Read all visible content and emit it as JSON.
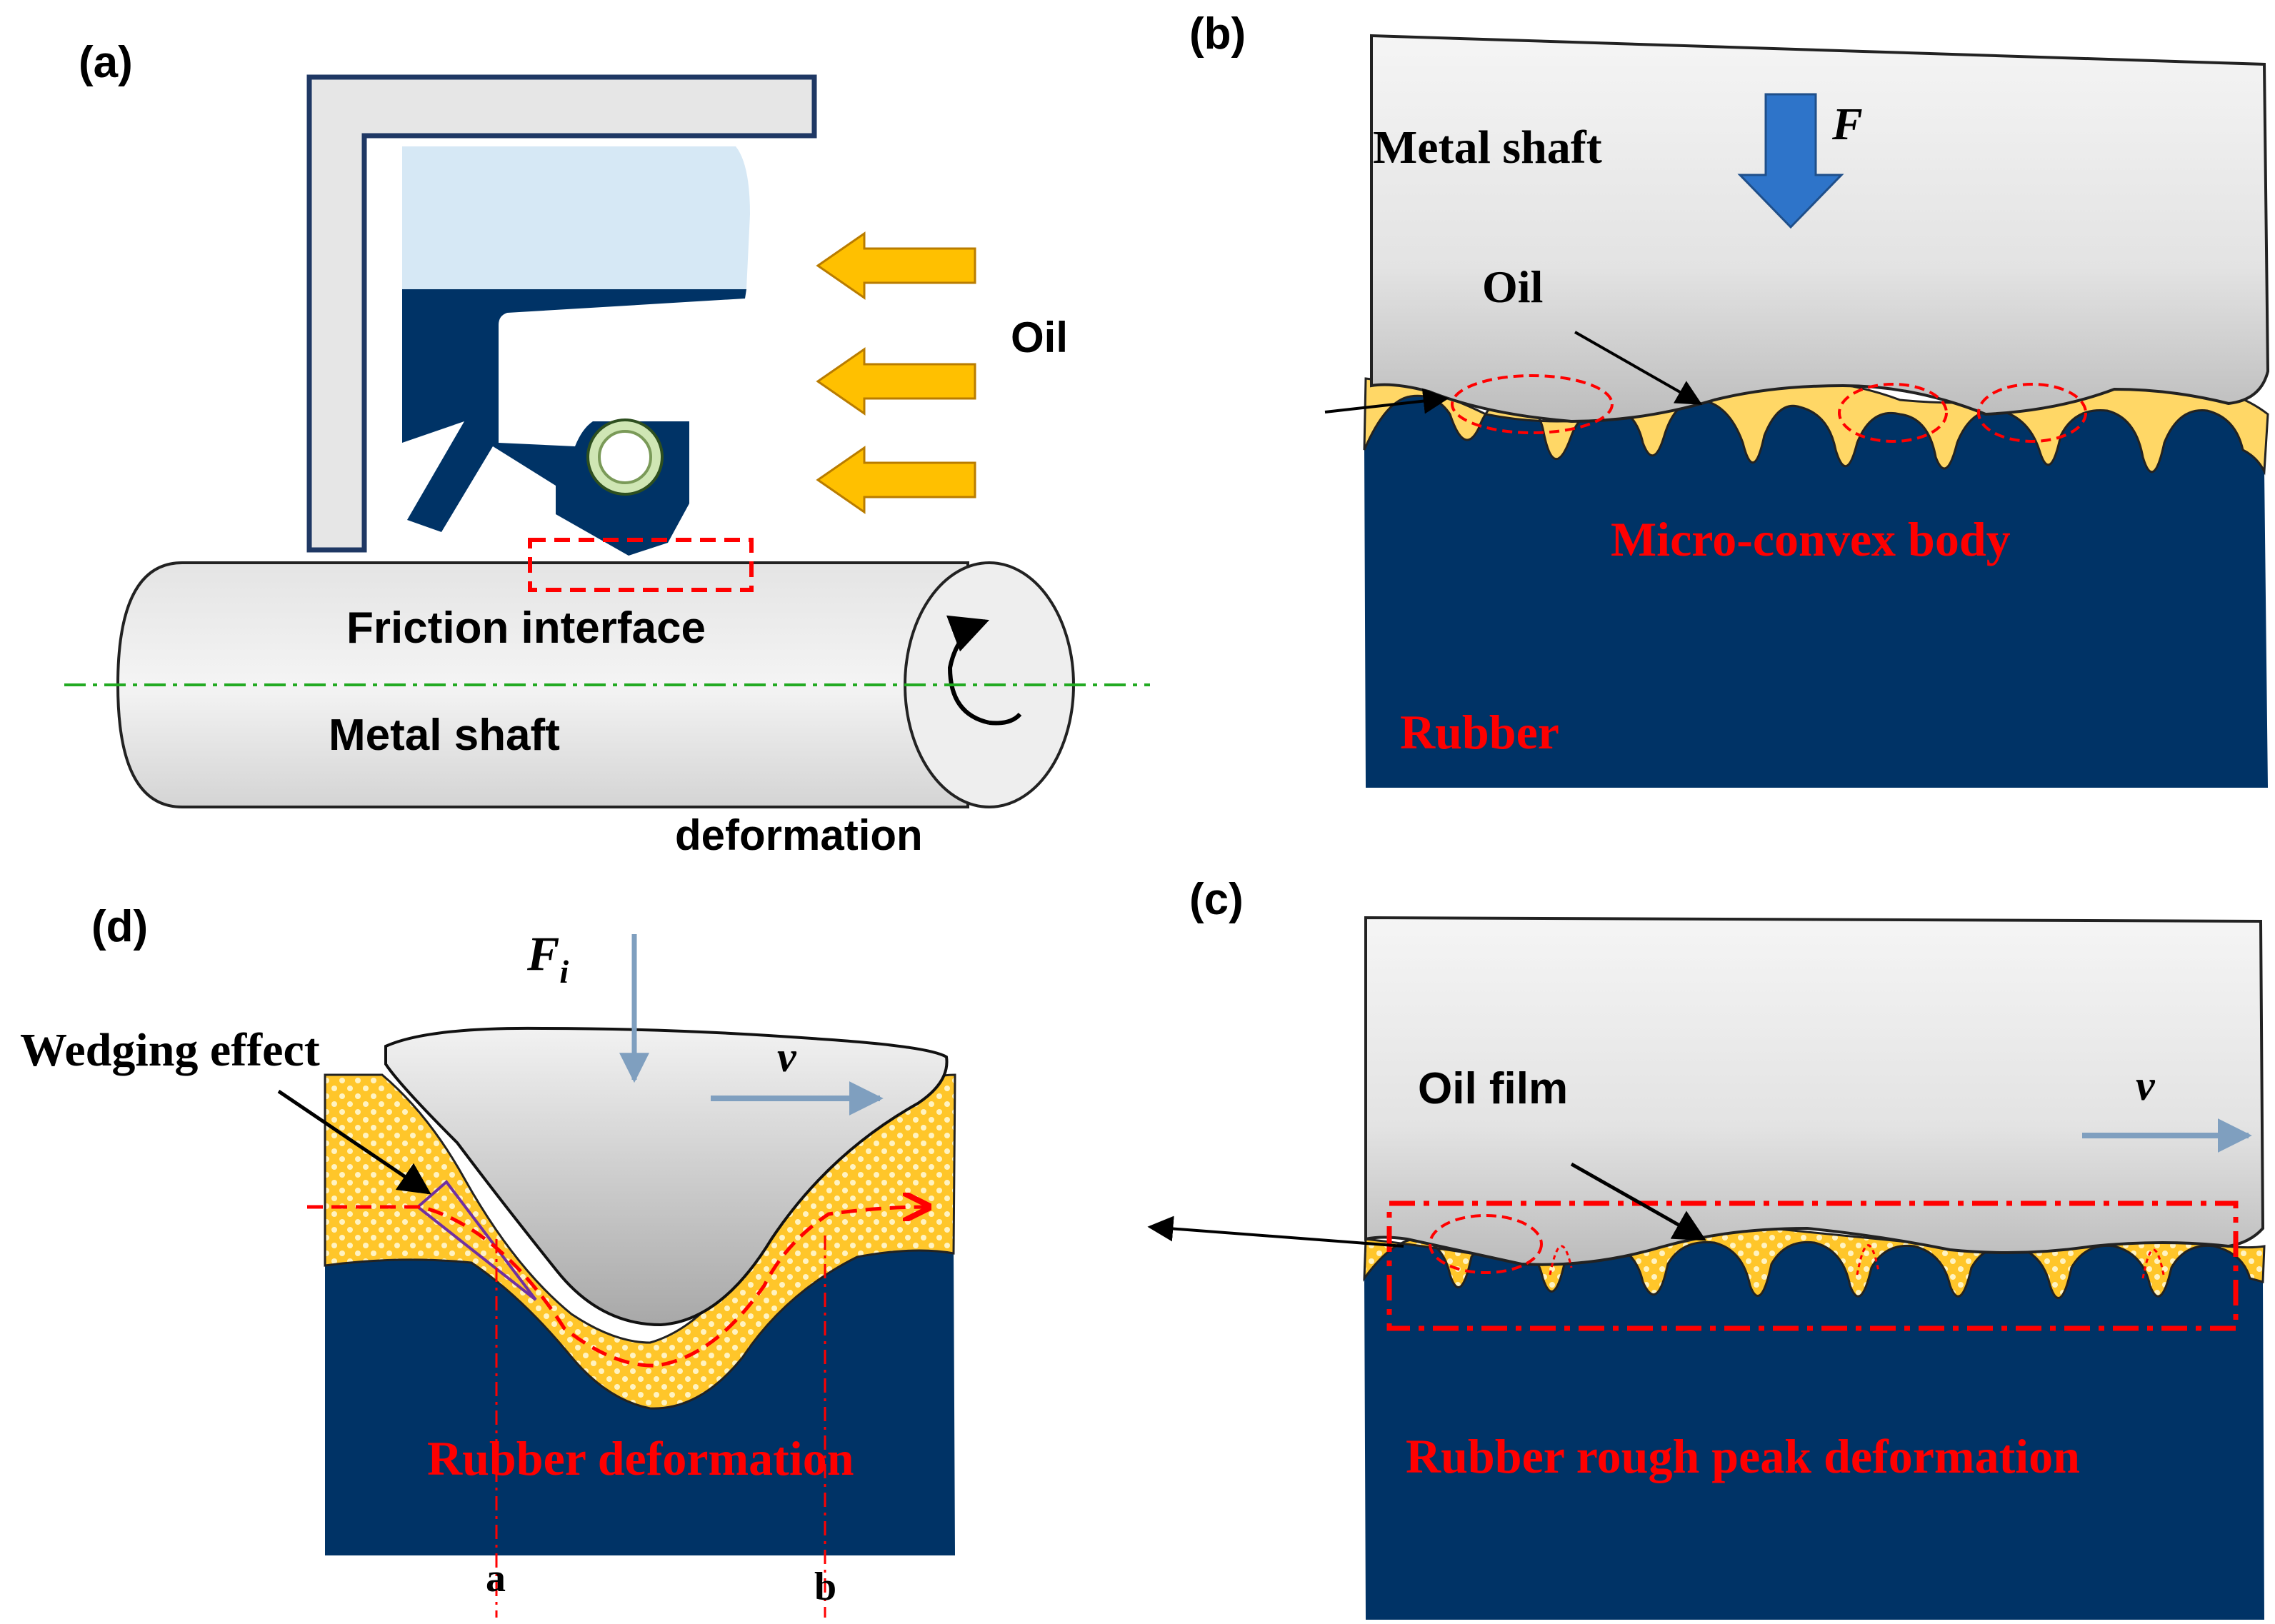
{
  "panels": {
    "a": {
      "tag": "(a)",
      "oil": "Oil",
      "friction_interface": "Friction interface",
      "metal_shaft": "Metal shaft",
      "deformation": "deformation"
    },
    "b": {
      "tag": "(b)",
      "metal_shaft": "Metal shaft",
      "force": "F",
      "oil": "Oil",
      "micro_convex": "Micro-convex body",
      "rubber": "Rubber"
    },
    "c": {
      "tag": "(c)",
      "oil_film": "Oil film",
      "velocity": "v",
      "rough_peak": "Rubber rough peak deformation"
    },
    "d": {
      "tag": "(d)",
      "force": "F",
      "force_sub": "i",
      "velocity": "v",
      "wedging": "Wedging effect",
      "rubber_deformation": "Rubber deformation",
      "point_a": "a",
      "point_b": "b"
    }
  },
  "colors": {
    "rubber": "#003366",
    "oil": "#ffd766",
    "metal": "#e6e6e6",
    "accent_red": "#ff0000",
    "arrow_orange": "#ffb000",
    "arrow_blue": "#2e74c9",
    "velocity_arrow": "#7f9fbf",
    "seal_light": "#d6e8f5",
    "centerline": "#22aa22"
  }
}
